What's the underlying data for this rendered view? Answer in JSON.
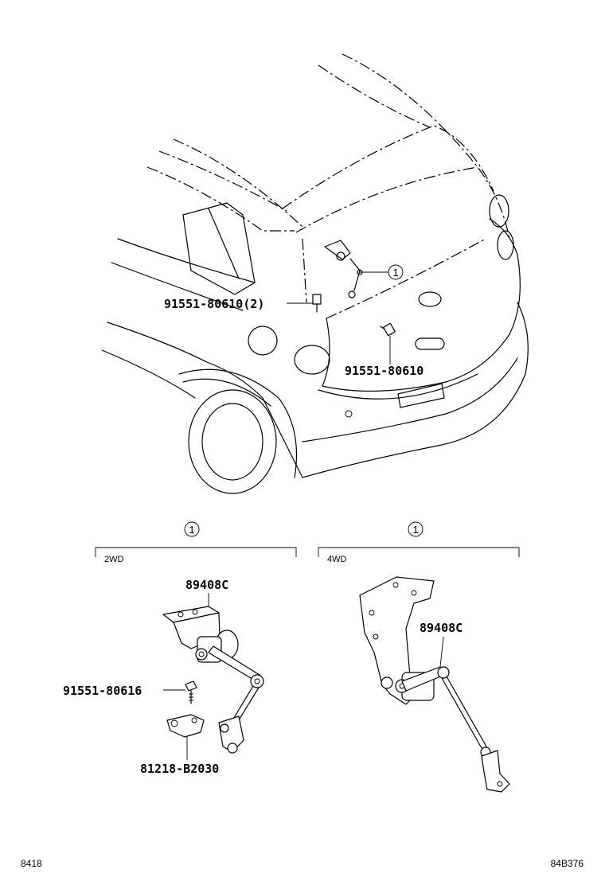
{
  "callouts": {
    "bolt_pair": "91551-80610(2)",
    "bolt_single": "91551-80610",
    "ref_symbol": "1"
  },
  "sections": {
    "left": {
      "title": "2WD",
      "ref": "1"
    },
    "right": {
      "title": "4WD",
      "ref": "1"
    }
  },
  "parts_2wd": {
    "sensor": "89408C",
    "bolt": "91551-80616",
    "bracket": "81218-B2030"
  },
  "parts_4wd": {
    "sensor": "89408C"
  },
  "footer": {
    "left": "8418",
    "right": "84B376"
  }
}
